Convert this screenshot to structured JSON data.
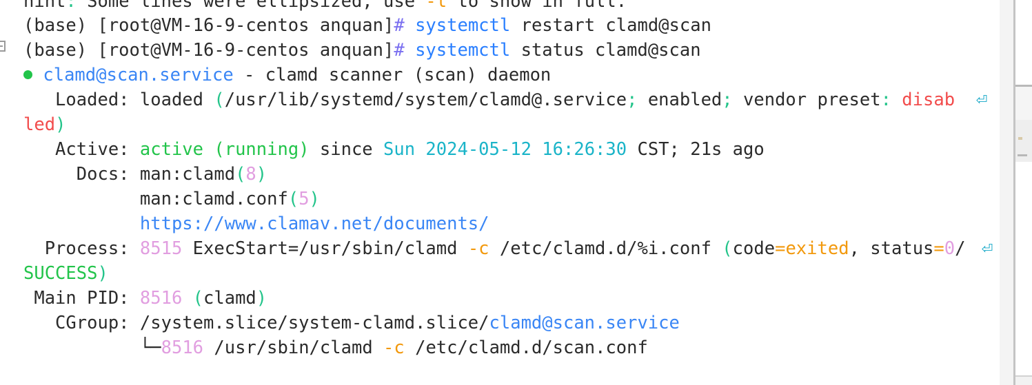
{
  "terminal": {
    "colors": {
      "background": "#ffffff",
      "foreground": "#2b2b2b",
      "highlight": "#e4f3e0",
      "blue": "#2a7fff",
      "green": "#22c44a",
      "cyan": "#1ab4c8",
      "red": "#f24c4c",
      "orange": "#f2990d",
      "pink": "#e19ee0",
      "violet": "#7a6ff0",
      "teal_green": "#23c48a"
    },
    "hint_line": {
      "prefix": "hint",
      "colon": ":",
      "text_a": " Some lines were ellipsized, use ",
      "flag": "-l",
      "text_b": " to show in full."
    },
    "prompt_lines": [
      {
        "env": "(base) ",
        "user_host": "[root@VM-16-9-centos anquan]",
        "sigil": "#",
        "space": " ",
        "command": "systemctl",
        "args": " restart clamd@scan"
      },
      {
        "env": "(base) ",
        "user_host": "[root@VM-16-9-centos anquan]",
        "sigil": "#",
        "space": " ",
        "command": "systemctl",
        "args": " status clamd@scan"
      }
    ],
    "service_header": {
      "status_dot": "active-dot-icon",
      "unit": "clamd@scan.service",
      "separator": " - ",
      "description": "clamd scanner (scan) daemon"
    },
    "loaded": {
      "label": "   Loaded:",
      "state": " loaded ",
      "paren_open": "(",
      "path": "/usr/lib/systemd/system/clamd@.service",
      "semi1": ";",
      "enabled": " enabled",
      "semi2": ";",
      "vendor": " vendor preset",
      "colon": ":",
      "value_part1": " disab",
      "wrap_marker": "⏎",
      "value_part2": "led",
      "paren_close": ")"
    },
    "active": {
      "label": "   Active:",
      "state": " active",
      "paren_open": " (",
      "running": "running",
      "paren_close": ")",
      "since": " since ",
      "timestamp": "Sun 2024-05-12 16:26:30",
      "tz": " CST; 21s ago"
    },
    "docs": {
      "label": "     Docs:",
      "entries": [
        {
          "indent": " ",
          "text": "man:clamd",
          "paren_open": "(",
          "num": "8",
          "paren_close": ")"
        },
        {
          "indent": "           ",
          "text": "man:clamd.conf",
          "paren_open": "(",
          "num": "5",
          "paren_close": ")"
        }
      ],
      "url_indent": "           ",
      "url": "https://www.clamav.net/documents/"
    },
    "process": {
      "label": "  Process:",
      "pid": " 8515",
      "exec": " ExecStart=/usr/sbin/clamd ",
      "flag": "-c",
      "conf": " /etc/clamd.d/%i.conf ",
      "paren_open": "(",
      "code_key": "code",
      "eq1": "=",
      "code_val": "exited",
      "comma": ", ",
      "status_key": "status",
      "eq2": "=",
      "status_val": "0",
      "slash": "/",
      "wrap_marker": "⏎",
      "result": "SUCCESS",
      "paren_close": ")"
    },
    "main_pid": {
      "label": " Main PID:",
      "pid": " 8516",
      "paren_open": " (",
      "name": "clamd",
      "paren_close": ")"
    },
    "cgroup": {
      "label": "   CGroup:",
      "path": " /system.slice/system-clamd.slice/",
      "unit": "clamd@scan.service",
      "child": {
        "indent": "           ",
        "tree_glyph": "└─",
        "pid": "8516",
        "cmd": " /usr/sbin/clamd ",
        "flag": "-c",
        "conf": " /etc/clamd.d/scan.conf"
      }
    }
  },
  "panel": {
    "minimap_label": "code-minimap",
    "scrollbar_label": "vertical-scrollbar"
  }
}
